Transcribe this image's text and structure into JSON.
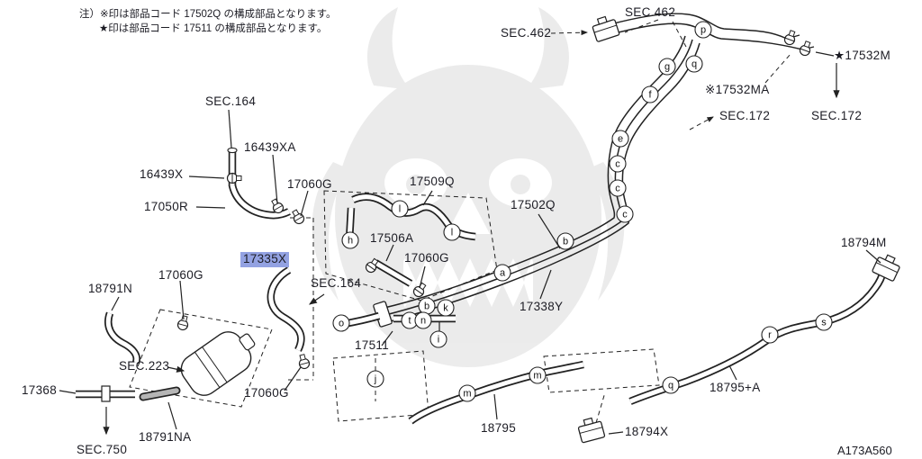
{
  "page": {
    "diagram_code": "A173A560",
    "background": "#ffffff"
  },
  "colors": {
    "highlight": "#93a2e2",
    "line": "#222222",
    "text": "#1c1c24"
  },
  "notes": [
    {
      "text": "注）※印は部品コード 17502Q の構成部品となります。"
    },
    {
      "text": "★印は部品コード 17511 の構成部品となります。"
    }
  ],
  "labels": [
    {
      "text": "SEC.462"
    },
    {
      "text": "SEC.462"
    },
    {
      "text": "★17532M"
    },
    {
      "text": "※17532MA"
    },
    {
      "text": "SEC.172"
    },
    {
      "text": "SEC.172"
    },
    {
      "text": "SEC.164"
    },
    {
      "text": "16439XA"
    },
    {
      "text": "16439X"
    },
    {
      "text": "17050R"
    },
    {
      "text": "17060G"
    },
    {
      "text": "17509Q"
    },
    {
      "text": "17506A"
    },
    {
      "text": "17060G"
    },
    {
      "text": "17502Q"
    },
    {
      "text": "17335X"
    },
    {
      "text": "SEC.164"
    },
    {
      "text": "17060G"
    },
    {
      "text": "18791N"
    },
    {
      "text": "17338Y"
    },
    {
      "text": "18794M"
    },
    {
      "text": "17511"
    },
    {
      "text": "SEC.223"
    },
    {
      "text": "17368"
    },
    {
      "text": "17060G"
    },
    {
      "text": "18791NA"
    },
    {
      "text": "SEC.750"
    },
    {
      "text": "18795"
    },
    {
      "text": "18795+A"
    },
    {
      "text": "18794X"
    },
    {
      "text": "A173A560"
    }
  ],
  "highlighted_part": "17335X",
  "callouts": [
    {
      "letter": "p"
    },
    {
      "letter": "q"
    },
    {
      "letter": "g"
    },
    {
      "letter": "f"
    },
    {
      "letter": "e"
    },
    {
      "letter": "c"
    },
    {
      "letter": "c"
    },
    {
      "letter": "c"
    },
    {
      "letter": "b"
    },
    {
      "letter": "a"
    },
    {
      "letter": "l"
    },
    {
      "letter": "l"
    },
    {
      "letter": "h"
    },
    {
      "letter": "o"
    },
    {
      "letter": "b"
    },
    {
      "letter": "k"
    },
    {
      "letter": "t"
    },
    {
      "letter": "n"
    },
    {
      "letter": "i"
    },
    {
      "letter": "j"
    },
    {
      "letter": "m"
    },
    {
      "letter": "m"
    },
    {
      "letter": "q"
    },
    {
      "letter": "r"
    },
    {
      "letter": "s"
    }
  ]
}
